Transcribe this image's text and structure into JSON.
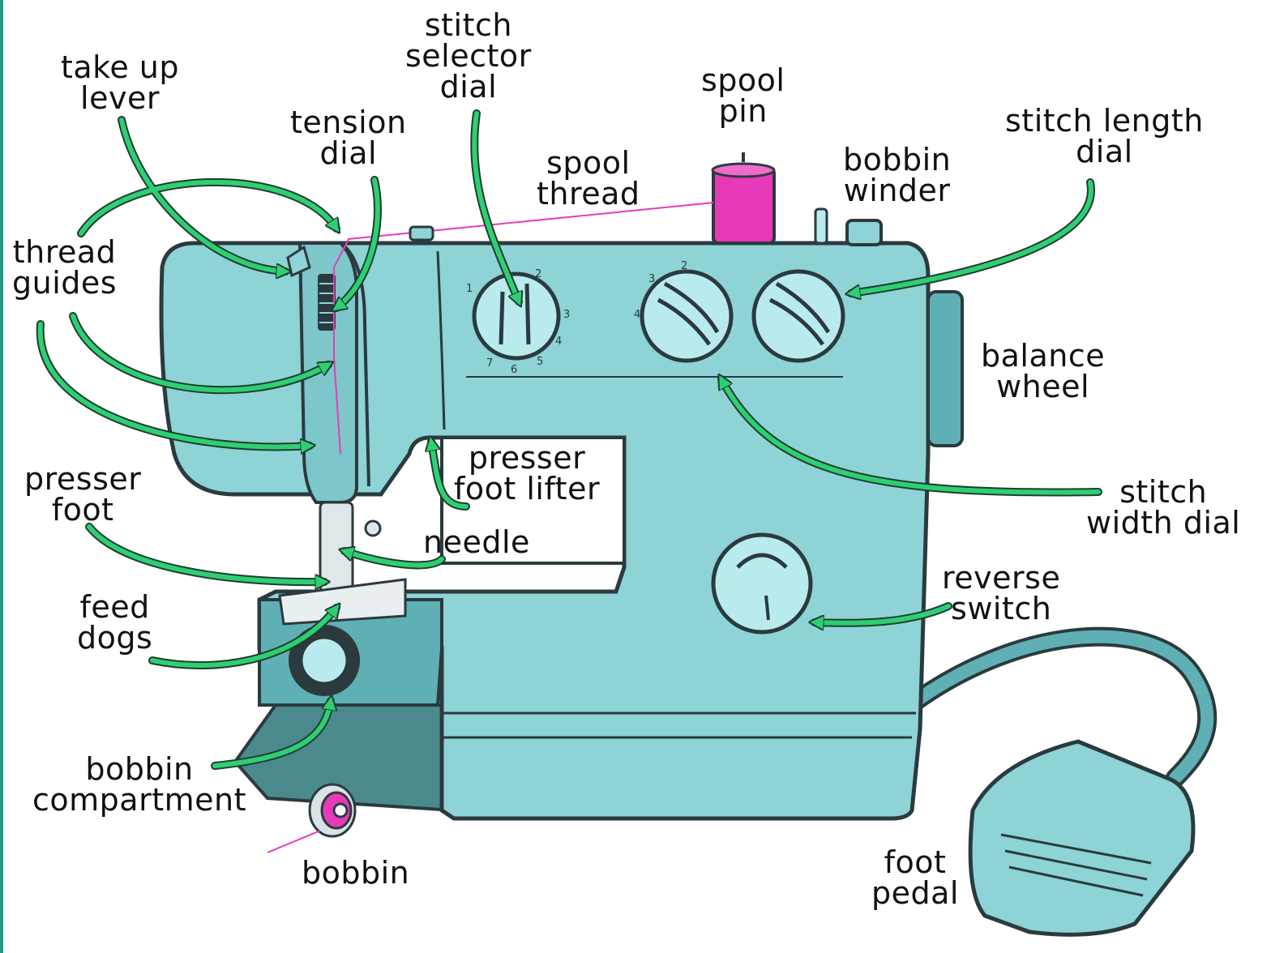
{
  "colors": {
    "machine_body": "#8ed3d6",
    "machine_dark": "#5fb0b4",
    "base_dark": "#4b8a8c",
    "outline": "#2b3a3e",
    "arrow": "#2ecf74",
    "spool": "#e83ab8",
    "dial_face": "#b9eaee"
  },
  "labels": {
    "take_up_lever": [
      "take up",
      "lever"
    ],
    "stitch_selector_dial": [
      "stitch",
      "selector",
      "dial"
    ],
    "spool_pin": [
      "spool",
      "pin"
    ],
    "tension_dial": [
      "tension",
      "dial"
    ],
    "spool_thread": [
      "spool",
      "thread"
    ],
    "bobbin_winder": [
      "bobbin",
      "winder"
    ],
    "stitch_length_dial": [
      "stitch length",
      "dial"
    ],
    "thread_guides": [
      "thread",
      "guides"
    ],
    "balance_wheel": [
      "balance",
      "wheel"
    ],
    "presser_foot_lifter": [
      "presser",
      "foot lifter"
    ],
    "presser_foot": [
      "presser",
      "foot"
    ],
    "stitch_width_dial": [
      "stitch",
      "width dial"
    ],
    "needle": [
      "needle"
    ],
    "reverse_switch": [
      "reverse",
      "switch"
    ],
    "feed_dogs": [
      "feed",
      "dogs"
    ],
    "bobbin_compartment": [
      "bobbin",
      "compartment"
    ],
    "bobbin": [
      "bobbin"
    ],
    "foot_pedal": [
      "foot",
      "pedal"
    ]
  },
  "dial_numbers": {
    "selector": [
      "1",
      "2",
      "3",
      "4",
      "5",
      "6",
      "7"
    ],
    "width": [
      "2",
      "3",
      "4"
    ]
  }
}
